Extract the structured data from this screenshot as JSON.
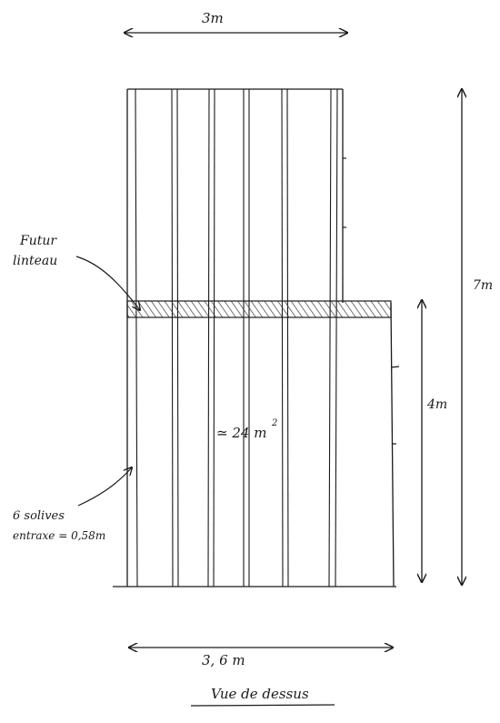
{
  "dimensions": {
    "top_width": "3m",
    "total_length": "7m",
    "lower_length": "4m",
    "bottom_width": "3, 6 m"
  },
  "labels": {
    "lintel_line1": "Futur",
    "lintel_line2": "linteau",
    "area": "≃ 24 m",
    "area_exponent": "2",
    "joists_line1": "6 solives",
    "joists_line2": "entraxe = 0,58m",
    "caption": "Vue de dessus"
  },
  "colors": {
    "ink": "#1a1a1a",
    "hatch": "#3a3a3a"
  }
}
